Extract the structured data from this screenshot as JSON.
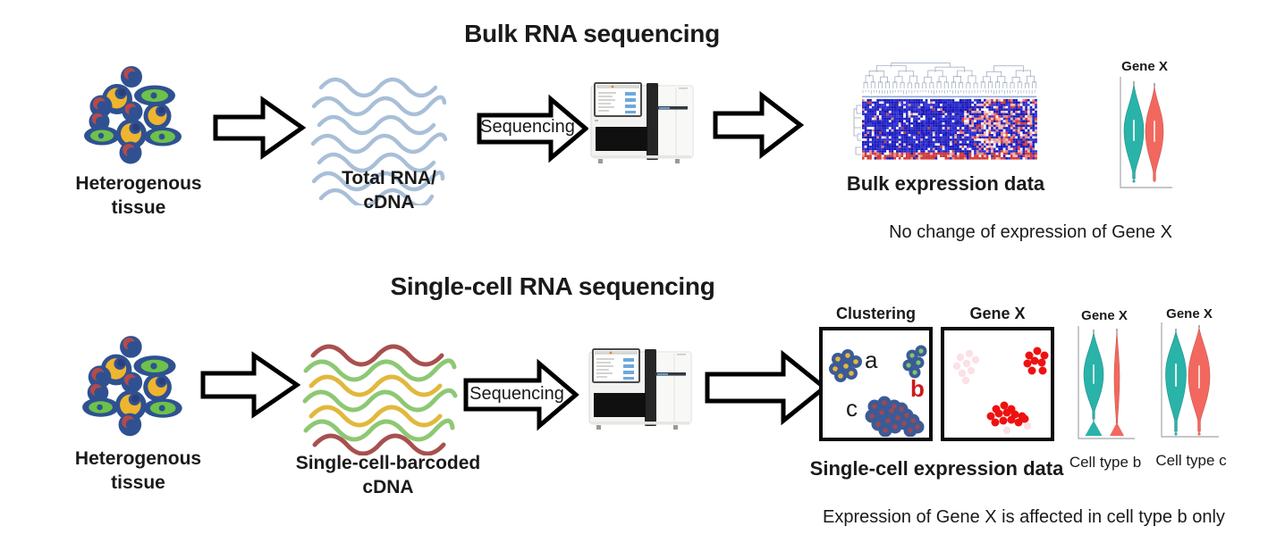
{
  "bulk": {
    "title": "Bulk RNA sequencing",
    "tissue": {
      "line1": "Heterogenous",
      "line2": "tissue"
    },
    "rna": {
      "line1": "Total RNA/",
      "line2": "cDNA"
    },
    "sequencing": "Sequencing",
    "heatmap_label": "Bulk expression data",
    "violin": {
      "title": "Gene X"
    },
    "note": "No change of expression of Gene X"
  },
  "single": {
    "title": "Single-cell RNA sequencing",
    "tissue": {
      "line1": "Heterogenous",
      "line2": "tissue"
    },
    "cdna": {
      "line1": "Single-cell-barcoded",
      "line2": "cDNA"
    },
    "sequencing": "Sequencing",
    "panels": {
      "clustering_title": "Clustering",
      "genex_title": "Gene X",
      "cluster_a": "a",
      "cluster_b": "b",
      "cluster_c": "c"
    },
    "expression_label": "Single-cell expression data",
    "violin_b": {
      "title": "Gene X",
      "caption": "Cell type b"
    },
    "violin_c": {
      "title": "Gene X",
      "caption": "Cell type c"
    },
    "note": "Expression of Gene X is affected in cell type b only"
  },
  "colors": {
    "violin_teal": "#2ab3a9",
    "violin_salmon": "#f2685f",
    "wave_blue": "#a9bfd8",
    "wave_maroon": "#a8504e",
    "wave_green": "#8dc873",
    "wave_yellow": "#e2b83c",
    "cell_body_blue": "#2f5191",
    "cluster_dot_yellow": "#e6b73c",
    "cluster_dot_green": "#7fc868",
    "cluster_dot_maroon": "#9c4a52",
    "genex_red": "#ee1111",
    "genex_faint_pink": "#fce0e6",
    "heatmap_blue": "#2121c4",
    "heatmap_blue_dark": "#1919b4",
    "heatmap_blue_light": "#3030d2",
    "heatmap_red": "#d23b3b",
    "heatmap_pink": "#f2b9b2",
    "heatmap_salmon": "#e88a7e",
    "dendrogram_gray": "#98a6bb",
    "label_red": "#cc1a1a"
  }
}
